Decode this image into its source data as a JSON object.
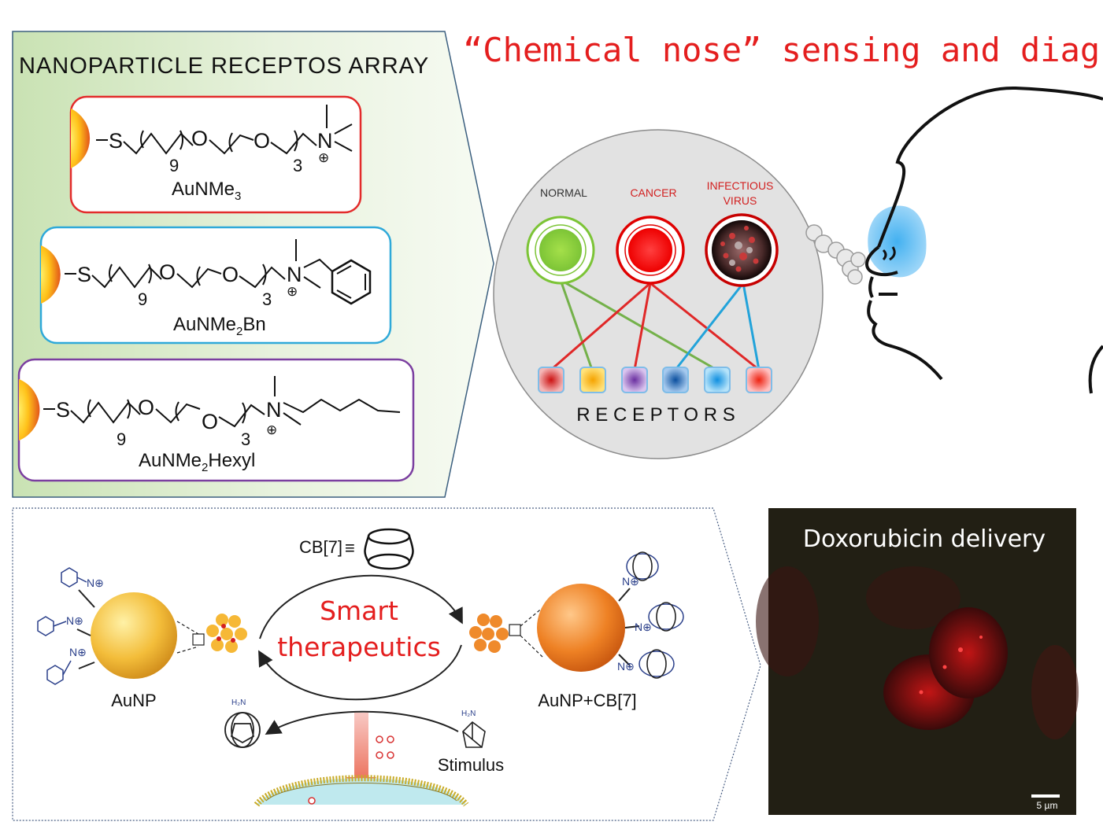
{
  "top_title": "“Chemical nose” sensing and diagnosis",
  "array_panel": {
    "title": "NANOPARTICLE RECEPTOS ARRAY",
    "chain_labels": {
      "s": "S",
      "o": "O",
      "n": "N",
      "nine": "9",
      "three": "3",
      "plus": "⊕"
    },
    "molecules": [
      {
        "label": "AuNMe",
        "sub": "3",
        "suffix": "",
        "border": "#e32b2b"
      },
      {
        "label": "AuNMe",
        "sub": "2",
        "suffix": "Bn",
        "border": "#2fa9d9"
      },
      {
        "label": "AuNMe",
        "sub": "2",
        "suffix": "Hexyl",
        "border": "#7b3fa0"
      }
    ]
  },
  "sensing": {
    "targets": [
      {
        "label": "NORMAL",
        "color": "#333333"
      },
      {
        "label": "CANCER",
        "color": "#d21f1f"
      },
      {
        "label": "INFECTIOUS",
        "label2": "VIRUS",
        "color": "#d21f1f"
      }
    ],
    "receptors_label": "R E C E P T O R S",
    "receptor_colors": [
      "#d22",
      "#f5b800",
      "#7a3fb0",
      "#1d6fc4",
      "#2aa8e8",
      "#e62a2a"
    ]
  },
  "therapeutics": {
    "cb7_label": "CB[7]",
    "equiv": "≡",
    "center_line1": "Smart",
    "center_line2": "therapeutics",
    "left_label": "AuNP",
    "right_label": "AuNP+CB[7]",
    "stimulus_label": "Stimulus",
    "amine_label": "H₂N",
    "n_plus": "N⊕"
  },
  "doxorubicin": {
    "title": "Doxorubicin delivery",
    "scale_label": "5 µm"
  }
}
